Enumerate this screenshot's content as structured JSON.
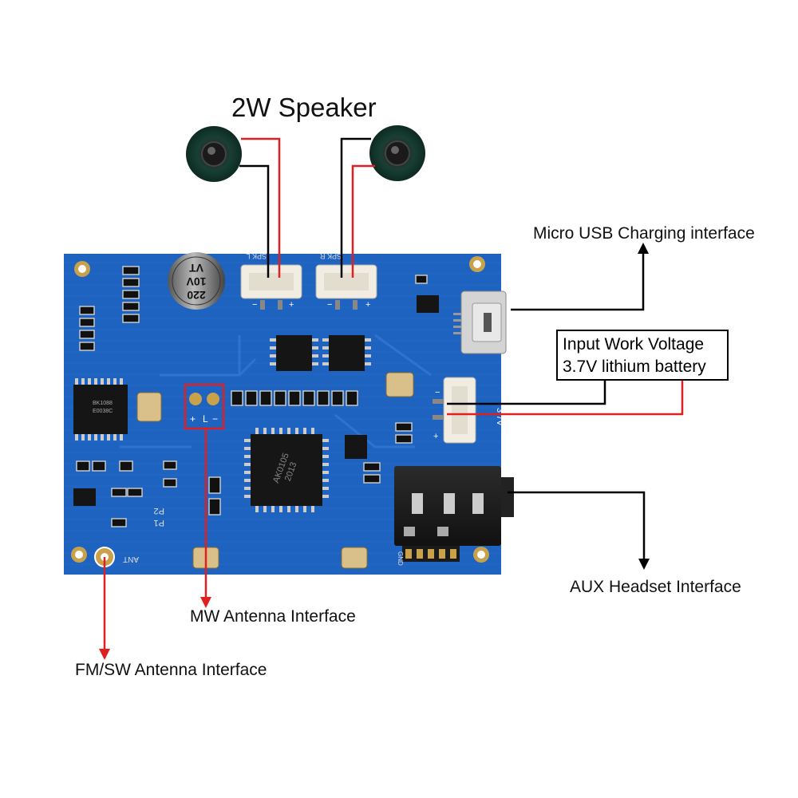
{
  "title": "2W Speaker",
  "labels": {
    "micro_usb": "Micro USB Charging interface",
    "input_voltage_line1": "Input Work Voltage",
    "input_voltage_line2": "3.7V lithium battery",
    "aux": "AUX Headset Interface",
    "mw_antenna": "MW Antenna Interface",
    "fm_sw_antenna": "FM/SW Antenna Interface"
  },
  "board_markings": {
    "capacitor": [
      "220",
      "10V",
      "VT"
    ],
    "chip_main": [
      "AK0105",
      "2013"
    ],
    "chip_left": [
      "BK1088",
      "E0038C"
    ],
    "spk_left": "SPK L",
    "spk_right": "SPK R",
    "pins_left": "L",
    "voltage_mark": "3.7V",
    "ant": "ANT",
    "gnd": "GND",
    "p1": "P1",
    "p2": "P2"
  },
  "colors": {
    "board": "#1f63c0",
    "wire_red": "#e02020",
    "wire_black": "#000000",
    "highlight_box": "#e02020"
  }
}
